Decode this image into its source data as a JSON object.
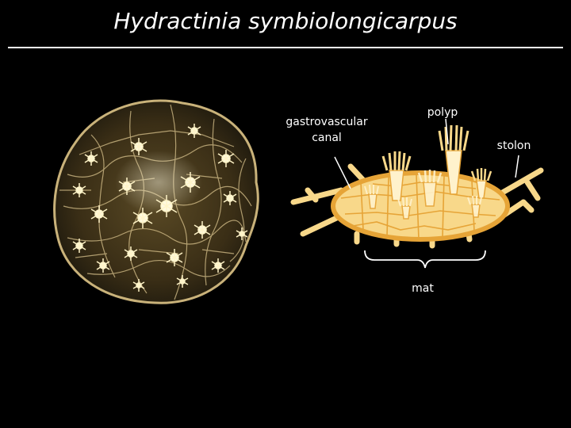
{
  "slide": {
    "title": "Hydractinia symbiolongicarpus"
  },
  "diagram": {
    "labels": {
      "gastrovascular_line1": "gastrovascular",
      "gastrovascular_line2": "canal",
      "polyp": "polyp",
      "stolon": "stolon",
      "mat": "mat"
    },
    "colors": {
      "fill": "#f8d88a",
      "stroke": "#e6a437",
      "polyp_fill": "#fff2cc"
    }
  }
}
